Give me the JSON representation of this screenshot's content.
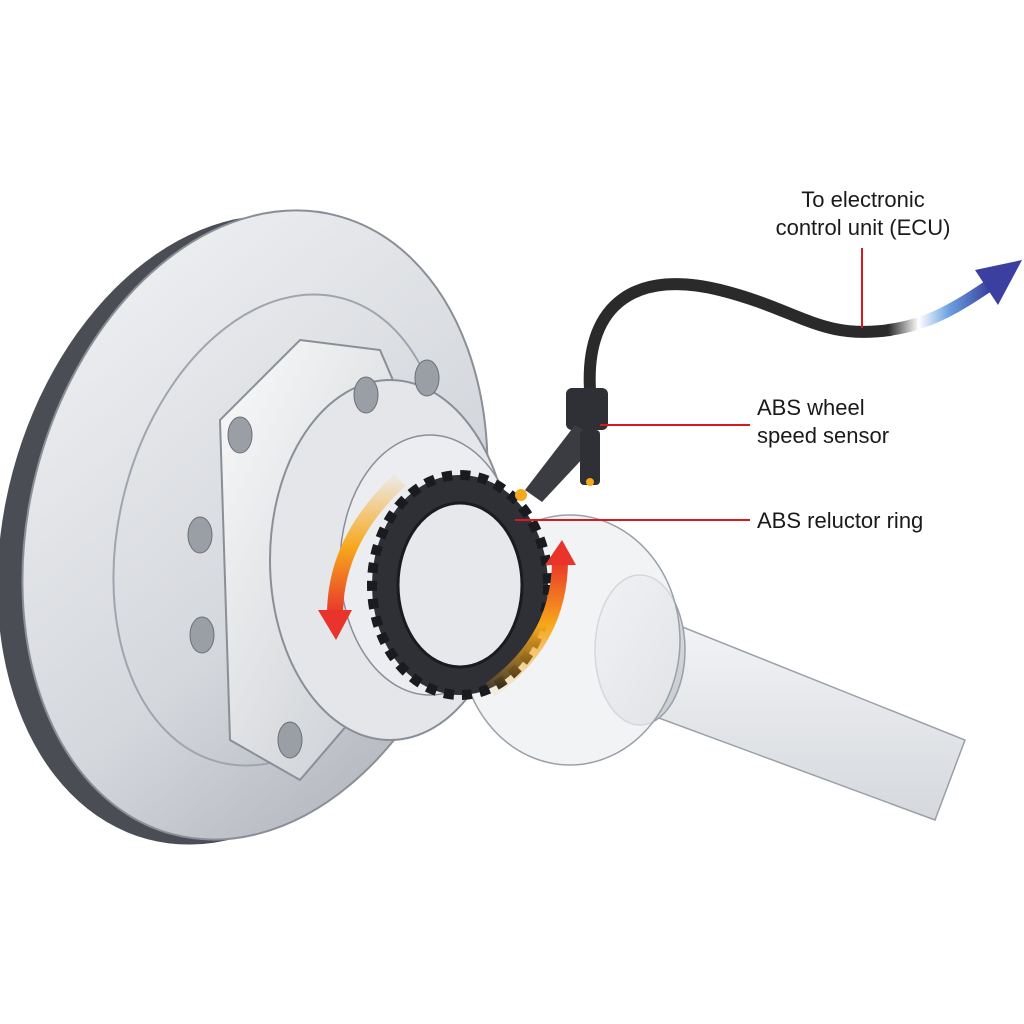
{
  "labels": {
    "ecu_line1": "To electronic",
    "ecu_line2": "control unit (ECU)",
    "sensor_line1": "ABS wheel",
    "sensor_line2": "speed sensor",
    "reluctor": "ABS reluctor ring"
  },
  "colors": {
    "leader": "#d71920",
    "rotation_arrow_start": "#f7a81b",
    "rotation_arrow_end": "#e8342a",
    "signal_arrow": "#3a3fa0",
    "cable": "#2a2a2a",
    "reluctor": "#2e3035"
  }
}
